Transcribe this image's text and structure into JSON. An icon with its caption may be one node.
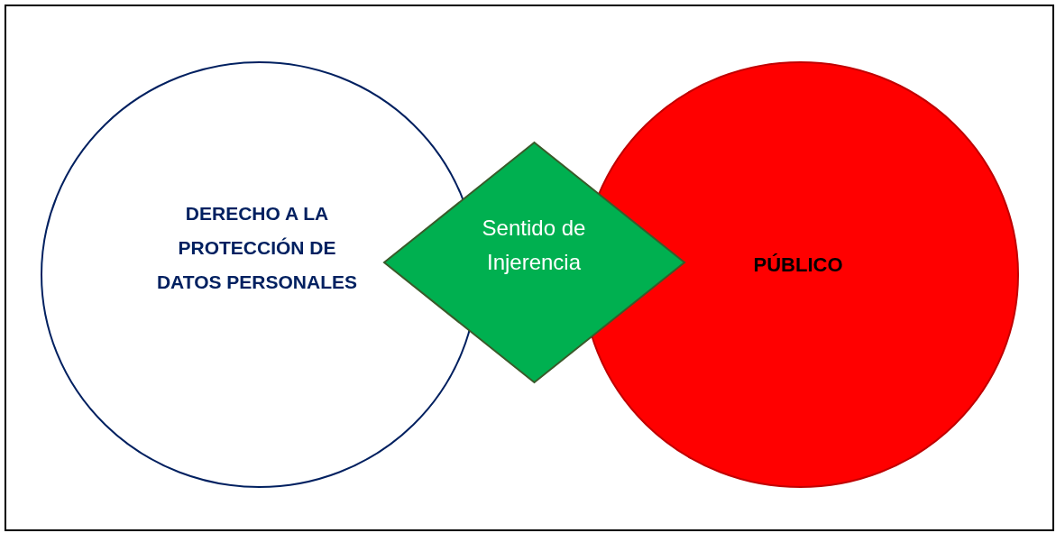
{
  "diagram": {
    "nodes": [
      {
        "text": [
          "DERECHO A LA PROTECCIÓN DE DATOS PERSONALES"
        ]
      },
      {
        "text": [
          "Sentido de Injerencia"
        ]
      },
      {
        "text": [
          "PÚBLICO"
        ]
      }
    ]
  }
}
